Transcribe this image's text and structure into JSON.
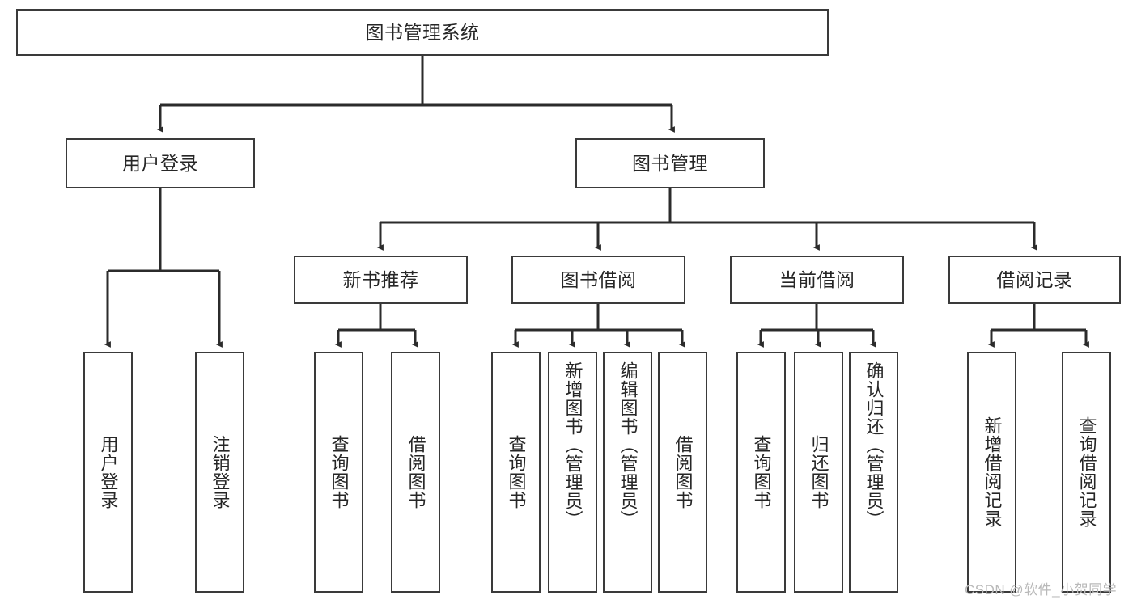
{
  "diagram": {
    "type": "tree-hierarchy",
    "title": "图书管理系统",
    "watermark": "CSDN @软件_小贺同学",
    "colors": {
      "box_border": "#3a3a3a",
      "box_fill": "#ffffff",
      "connector": "#2b2b2b",
      "text": "#262626",
      "watermark": "#b9b9b9"
    },
    "nodes": {
      "root": {
        "label": "图书管理系统",
        "orientation": "horizontal"
      },
      "level2": [
        {
          "id": "user-login",
          "label": "用户登录",
          "orientation": "horizontal"
        },
        {
          "id": "book-manage",
          "label": "图书管理",
          "orientation": "horizontal"
        }
      ],
      "level3": [
        {
          "id": "new-book-recommend",
          "label": "新书推荐",
          "orientation": "horizontal"
        },
        {
          "id": "book-borrow",
          "label": "图书借阅",
          "orientation": "horizontal"
        },
        {
          "id": "current-borrow",
          "label": "当前借阅",
          "orientation": "horizontal"
        },
        {
          "id": "borrow-record",
          "label": "借阅记录",
          "orientation": "horizontal"
        }
      ],
      "leaves": [
        {
          "id": "leaf-user-login",
          "label": "用户登录",
          "parent": "user-login",
          "orientation": "vertical"
        },
        {
          "id": "leaf-logout-login",
          "label": "注销登录",
          "parent": "user-login",
          "orientation": "vertical"
        },
        {
          "id": "leaf-query-book-1",
          "label": "查询图书",
          "parent": "new-book-recommend",
          "orientation": "vertical"
        },
        {
          "id": "leaf-borrow-book-1",
          "label": "借阅图书",
          "parent": "new-book-recommend",
          "orientation": "vertical"
        },
        {
          "id": "leaf-query-book-2",
          "label": "查询图书",
          "parent": "book-borrow",
          "orientation": "vertical"
        },
        {
          "id": "leaf-add-book",
          "label": "新增图书（管理员）",
          "parent": "book-borrow",
          "orientation": "vertical"
        },
        {
          "id": "leaf-edit-book",
          "label": "编辑图书（管理员）",
          "parent": "book-borrow",
          "orientation": "vertical"
        },
        {
          "id": "leaf-borrow-book-2",
          "label": "借阅图书",
          "parent": "book-borrow",
          "orientation": "vertical"
        },
        {
          "id": "leaf-query-book-3",
          "label": "查询图书",
          "parent": "current-borrow",
          "orientation": "vertical"
        },
        {
          "id": "leaf-return-book",
          "label": "归还图书",
          "parent": "current-borrow",
          "orientation": "vertical"
        },
        {
          "id": "leaf-confirm-return",
          "label": "确认归还（管理员）",
          "parent": "current-borrow",
          "orientation": "vertical"
        },
        {
          "id": "leaf-add-record",
          "label": "新增借阅记录",
          "parent": "borrow-record",
          "orientation": "vertical"
        },
        {
          "id": "leaf-query-record",
          "label": "查询借阅记录",
          "parent": "borrow-record",
          "orientation": "vertical"
        }
      ]
    }
  }
}
